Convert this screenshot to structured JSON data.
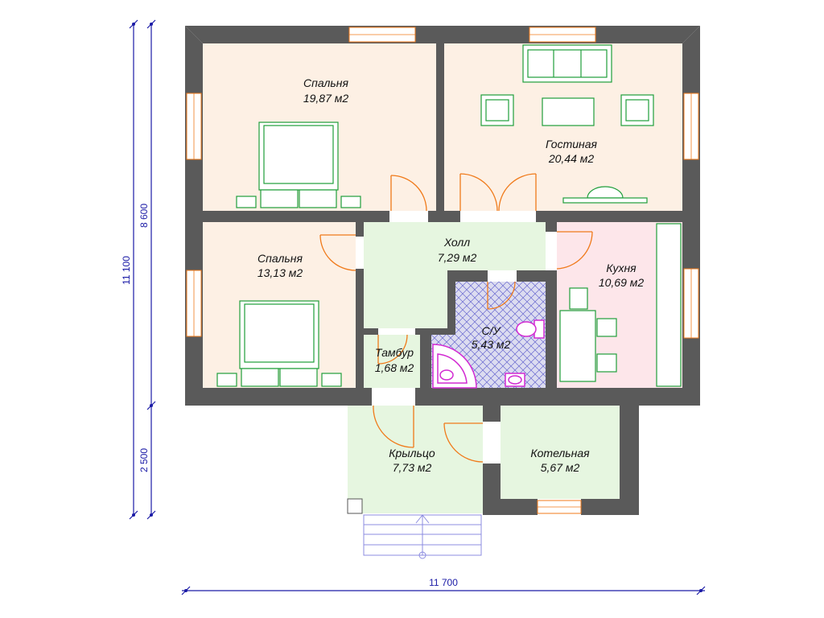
{
  "rooms": {
    "bedroom1": {
      "name": "Спальня",
      "area": "19,87 м2"
    },
    "living": {
      "name": "Гостиная",
      "area": "20,44 м2"
    },
    "bedroom2": {
      "name": "Спальня",
      "area": "13,13 м2"
    },
    "hall": {
      "name": "Холл",
      "area": "7,29 м2"
    },
    "kitchen": {
      "name": "Кухня",
      "area": "10,69 м2"
    },
    "bathroom": {
      "name": "С/У",
      "area": "5,43 м2"
    },
    "vestibule": {
      "name": "Тамбур",
      "area": "1,68 м2"
    },
    "porch": {
      "name": "Крыльцо",
      "area": "7,73 м2"
    },
    "boiler": {
      "name": "Котельная",
      "area": "5,67 м2"
    }
  },
  "dimensions": {
    "total_height": "11 100",
    "main_height": "8 600",
    "porch_height": "2 500",
    "total_width": "11 700"
  },
  "colors": {
    "wall": "#5a5a5a",
    "bedroom": "#fdf0e4",
    "living": "#fdf0e4",
    "hall": "#e6f6e0",
    "kitchen": "#fde6ea",
    "bathroom": "#dcdcf0",
    "vestibule": "#e6f6e0",
    "porch": "#e6f6e0",
    "boiler": "#e6f6e0",
    "furniture": "#1f9e3a",
    "door": "#f07a1a",
    "window": "#f07a1a",
    "sanitary": "#d22ad2",
    "dimension": "#1a1aa6",
    "steps": "#8c8ce0"
  }
}
